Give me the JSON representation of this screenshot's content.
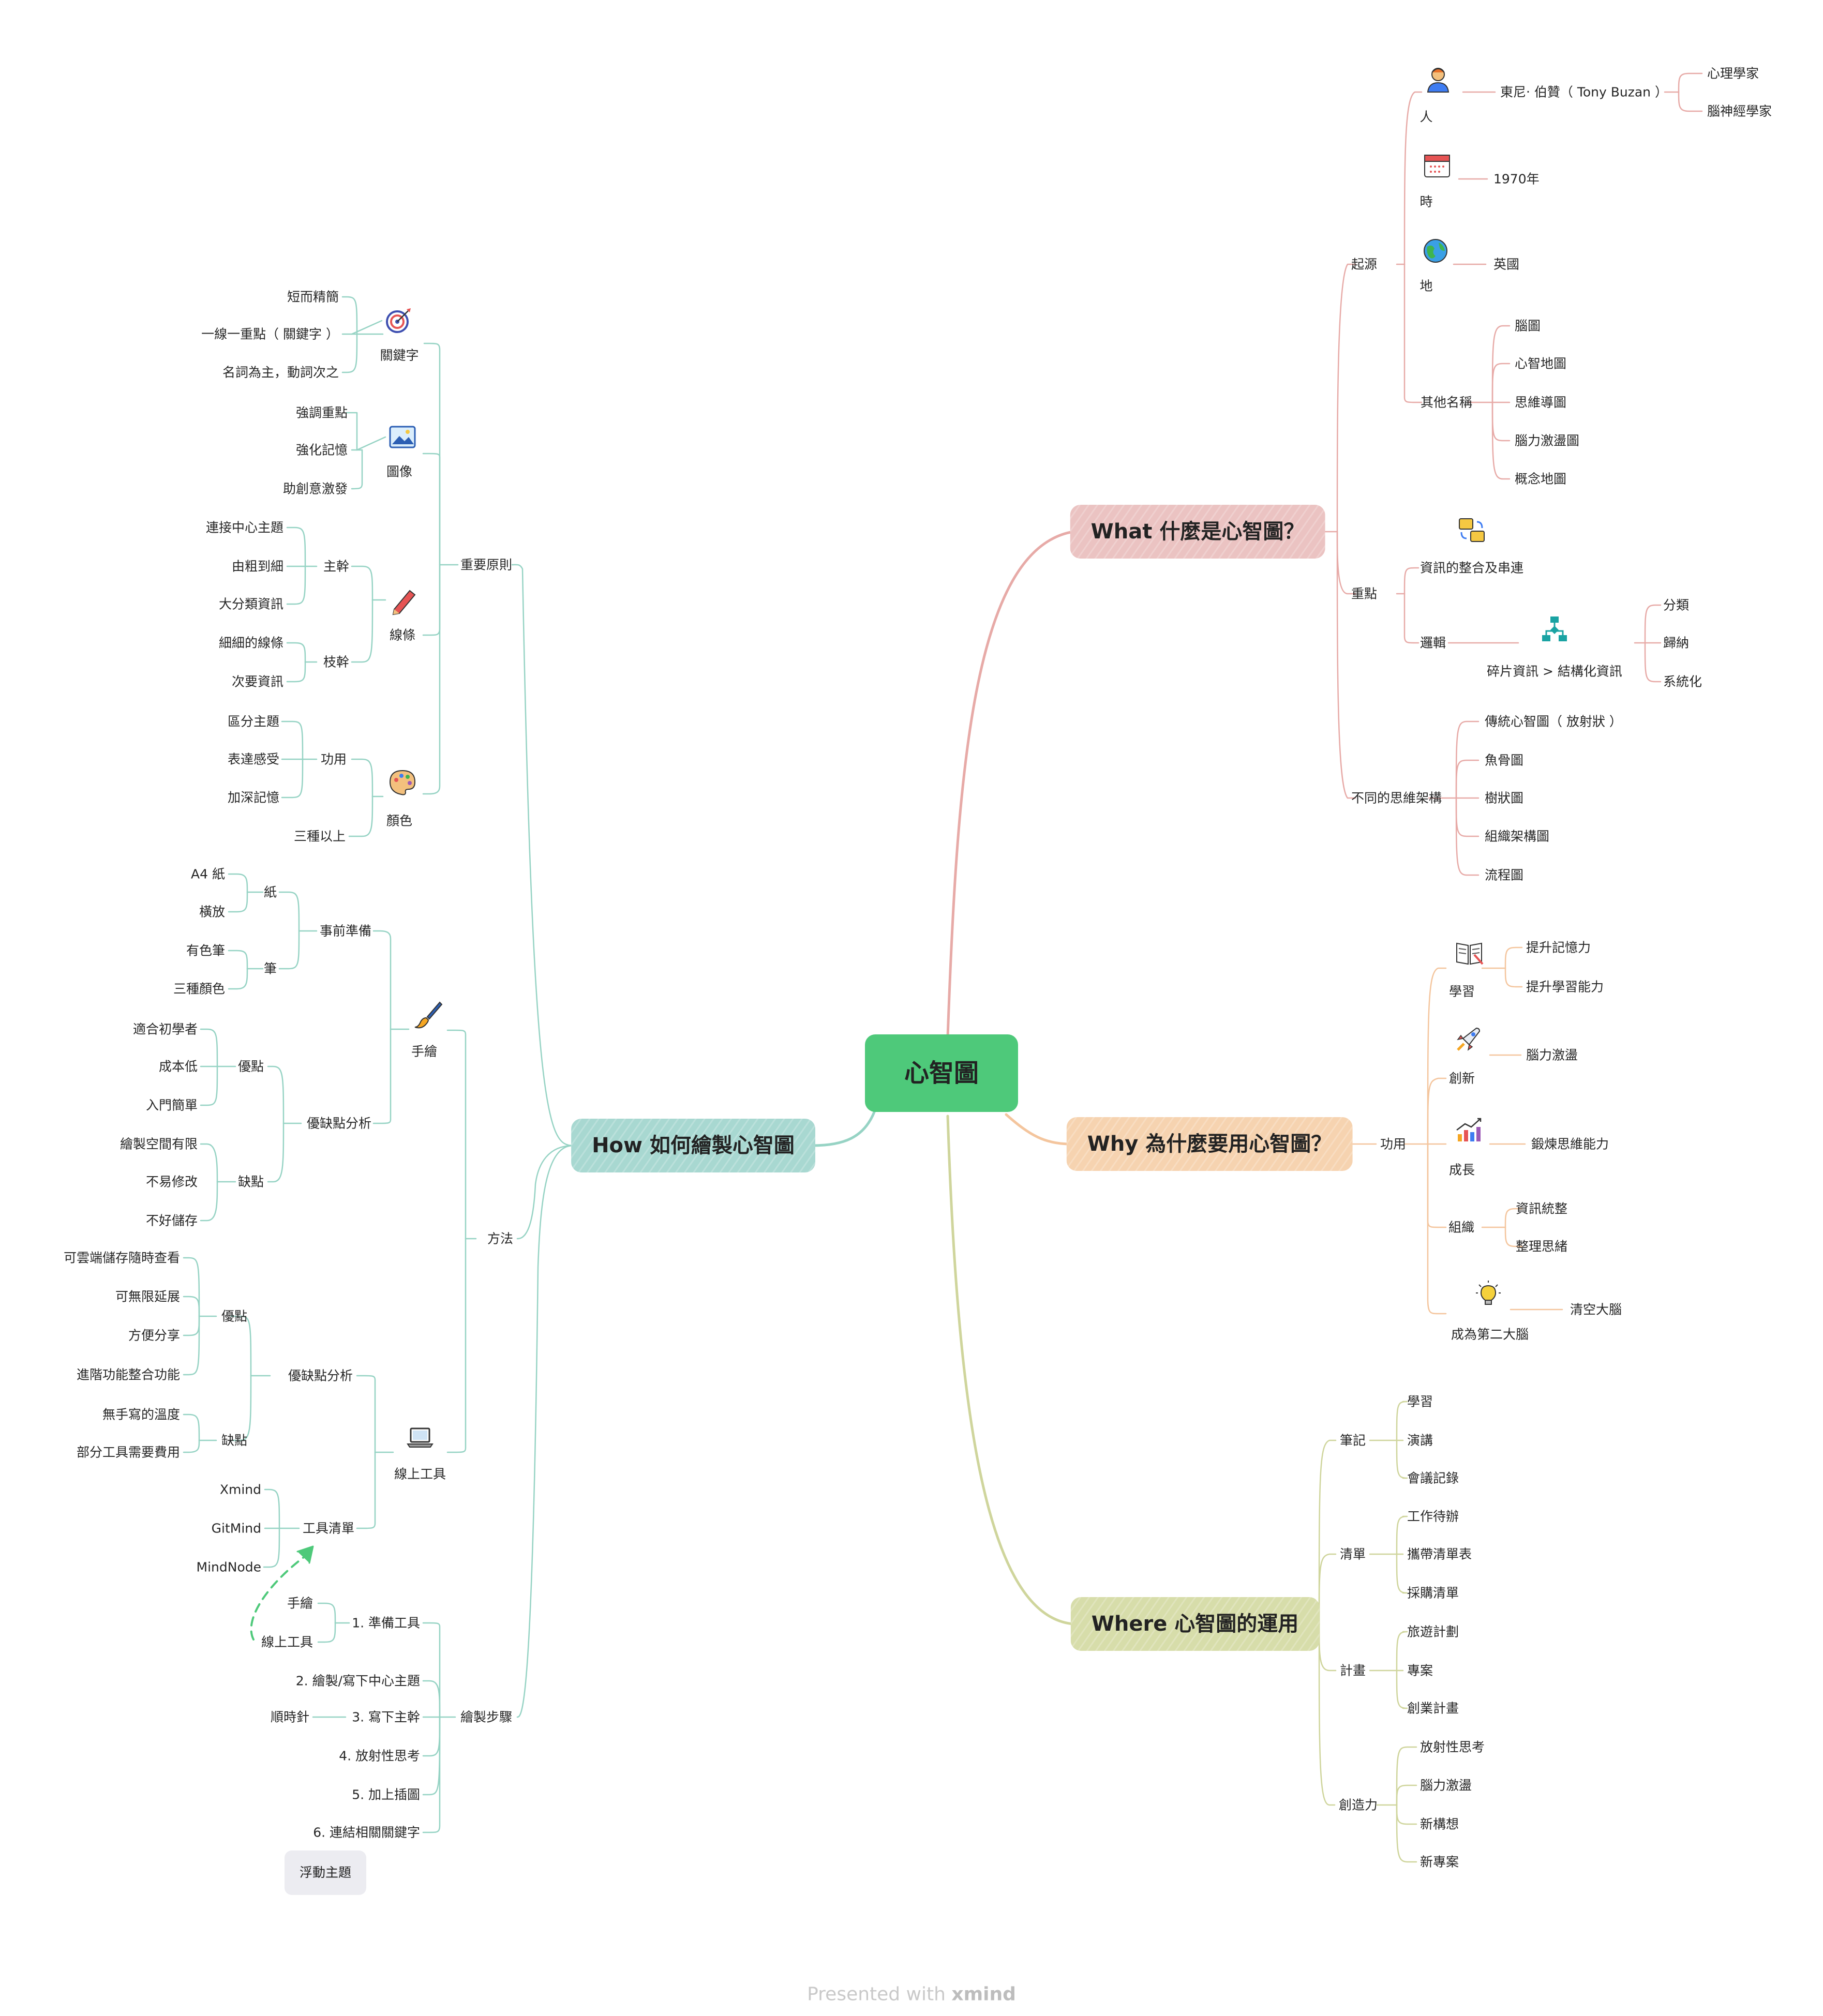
{
  "center": "心智圖",
  "branches": {
    "what": "What 什麼是心智圖？",
    "why": "Why 為什麼要用心智圖？",
    "where": "Where 心智圖的運用",
    "how": "How 如何繪製心智圖"
  },
  "colors": {
    "center": "#4ec97a",
    "what": "#ebc3c2",
    "why": "#f6d3b0",
    "where": "#d7ddaa",
    "how": "#a8d8d1",
    "what_line": "#e7aaa7",
    "why_line": "#f4c59d",
    "where_line": "#cfd59c",
    "how_line": "#96d3c4"
  },
  "what": {
    "origin": "起源",
    "person": "人",
    "person_name": "東尼‧ 伯贊（ Tony Buzan ）",
    "psych": "心理學家",
    "neuro": "腦神經學家",
    "time": "時",
    "year": "1970年",
    "place": "地",
    "country": "英國",
    "other_names": "其他名稱",
    "names": [
      "腦圖",
      "心智地圖",
      "思維導圖",
      "腦力激盪圖",
      "概念地圖"
    ],
    "focus": "重點",
    "integration": "資訊的整合及串連",
    "logic": "邏輯",
    "frag": "碎片資訊 > 結構化資訊",
    "logic_items": [
      "分類",
      "歸納",
      "系統化"
    ],
    "frameworks": "不同的思維架構",
    "framework_items": [
      "傳統心智圖（ 放射狀 ）",
      "魚骨圖",
      "樹狀圖",
      "組織架構圖",
      "流程圖"
    ]
  },
  "why": {
    "function": "功用",
    "learn": "學習",
    "learn_items": [
      "提升記憶力",
      "提升學習能力"
    ],
    "innovate": "創新",
    "brainstorm": "腦力激盪",
    "grow": "成長",
    "thinking": "鍛煉思維能力",
    "organize": "組織",
    "organize_items": [
      "資訊統整",
      "整理思緒"
    ],
    "brain2": "成為第二大腦",
    "clear": "清空大腦"
  },
  "where": {
    "notes": "筆記",
    "notes_items": [
      "學習",
      "演講",
      "會議記錄"
    ],
    "lists": "清單",
    "lists_items": [
      "工作待辦",
      "攜帶清單表",
      "採購清單"
    ],
    "plans": "計畫",
    "plans_items": [
      "旅遊計劃",
      "專案",
      "創業計畫"
    ],
    "creativity": "創造力",
    "creativity_items": [
      "放射性思考",
      "腦力激盪",
      "新構想",
      "新專案"
    ]
  },
  "how": {
    "principles": "重要原則",
    "keyword": "關鍵字",
    "keyword_items": [
      "短而精簡",
      "一線一重點（ 關鍵字 ）",
      "名詞為主，動詞次之"
    ],
    "image": "圖像",
    "image_items": [
      "強調重點",
      "強化記憶",
      "助創意激發"
    ],
    "line": "線條",
    "trunk": "主幹",
    "trunk_items": [
      "連接中心主題",
      "由粗到細",
      "大分類資訊"
    ],
    "twig": "枝幹",
    "twig_items": [
      "細細的線條",
      "次要資訊"
    ],
    "color": "顏色",
    "color_func": "功用",
    "color_func_items": [
      "區分主題",
      "表達感受",
      "加深記憶"
    ],
    "three_plus": "三種以上",
    "method": "方法",
    "hand": "手繪",
    "prep": "事前準備",
    "paper": "紙",
    "paper_items": [
      "A4 紙",
      "橫放"
    ],
    "pen": "筆",
    "pen_items": [
      "有色筆",
      "三種顏色"
    ],
    "hand_analysis": "優缺點分析",
    "pros": "優點",
    "hand_pros": [
      "適合初學者",
      "成本低",
      "入門簡單"
    ],
    "cons": "缺點",
    "hand_cons": [
      "繪製空間有限",
      "不易修改",
      "不好儲存"
    ],
    "online": "線上工具",
    "online_analysis": "優缺點分析",
    "online_pros": [
      "可雲端儲存隨時查看",
      "可無限延展",
      "方便分享",
      "進階功能整合功能"
    ],
    "online_cons": [
      "無手寫的溫度",
      "部分工具需要費用"
    ],
    "tool_list": "工具清單",
    "tools": [
      "Xmind",
      "GitMind",
      "MindNode"
    ],
    "steps": "繪製步驟",
    "step1": "1. 準備工具",
    "step1_items": [
      "手繪",
      "線上工具"
    ],
    "step2": "2. 繪製/寫下中心主題",
    "step3": "3. 寫下主幹",
    "step3_item": "順時針",
    "step4": "4. 放射性思考",
    "step5": "5. 加上插圖",
    "step6": "6. 連結相關關鍵字"
  },
  "floating": "浮動主題",
  "footer": {
    "presented": "Presented with ",
    "brand": "xmind"
  },
  "icons": [
    "person-icon",
    "calendar-icon",
    "globe-icon",
    "folders-icon",
    "flowchart-icon",
    "book-icon",
    "rocket-icon",
    "growth-chart-icon",
    "lightbulb-icon",
    "target-icon",
    "picture-icon",
    "pencil-icon",
    "palette-icon",
    "brush-icon",
    "laptop-icon"
  ]
}
